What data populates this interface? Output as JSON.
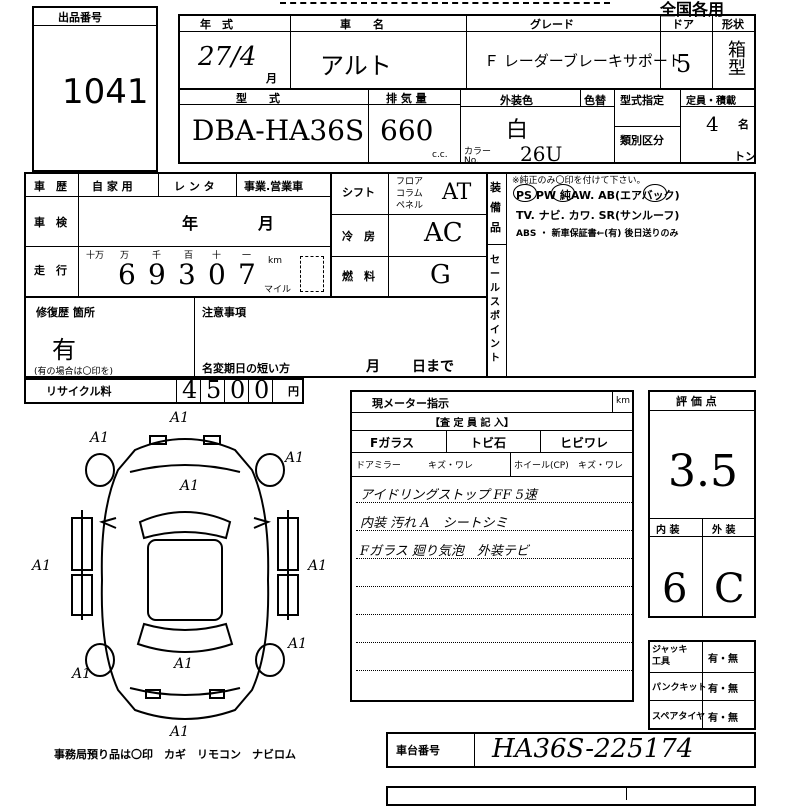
{
  "header": {
    "title": "全国各用"
  },
  "lot": {
    "label": "出品番号",
    "number": "1041"
  },
  "row1": {
    "year_label": "年　式",
    "year_value": "27/4",
    "year_suffix": "月",
    "car_label": "車　　名",
    "car_value": "アルト",
    "grade_label": "グレード",
    "grade_value": "Ｆ レーダーブレーキサポート",
    "door_label": "ドア",
    "door_value": "5",
    "shape_label": "形状",
    "shape_value": "箱型"
  },
  "row2": {
    "model_label": "型　　式",
    "model_value": "DBA-HA36S",
    "disp_label": "排 気 量",
    "disp_value": "660",
    "disp_unit": "c.c.",
    "exterior_label": "外装色",
    "color_change_label": "色替",
    "exterior_value": "白",
    "color_no_label": "カラー No.",
    "color_no_value": "26U",
    "type_designation_label": "型式指定",
    "category_label": "類別区分",
    "capacity_label": "定員・積載",
    "capacity_value": "4",
    "capacity_unit": "名",
    "load_unit": "トン"
  },
  "history": {
    "label": "車　歴",
    "options": [
      "自 家 用",
      "レ ン タ",
      "事業.営業車"
    ],
    "inspection_label": "車　検",
    "inspection_year": "年",
    "inspection_month": "月",
    "mileage_label": "走　行",
    "mileage_units": [
      "十万",
      "万",
      "千",
      "百",
      "十",
      "一"
    ],
    "mileage_digits": [
      "",
      "6",
      "9",
      "3",
      "0",
      "7"
    ],
    "km_label": "km",
    "mile_label": "マイル"
  },
  "shift": {
    "label": "シフト",
    "options": [
      "フロア",
      "コラム",
      "ペネル"
    ],
    "value": "AT",
    "ac_label": "冷　房",
    "ac_value": "AC",
    "fuel_label": "燃　料",
    "fuel_value": "G"
  },
  "equipment": {
    "label": "装備品",
    "note": "※純正のみ〇印を付けて下さい。",
    "items_line1": "PS  PW  純AW.  AB(エアバック)",
    "items_line2": "TV. ナビ. カワ. SR(サンルーフ)",
    "items_line3": "ABS ・ 新車保証書←(有) 後日送りのみ",
    "sales_point_label": "セールスポイント"
  },
  "repair": {
    "label": "修復歴 箇所",
    "value": "有",
    "note": "(有の場合は〇印を)"
  },
  "notes": {
    "label": "注意事項",
    "deadline_label": "名変期日の短い方",
    "month": "月",
    "day": "日まで"
  },
  "recycle": {
    "label": "リサイクル料",
    "digits": [
      "4",
      "5",
      "0",
      "0"
    ],
    "unit": "円"
  },
  "inspector": {
    "meter_label": "現メーター指示",
    "meter_unit": "km",
    "header": "【査 定 員 記 入】",
    "glass_label": "Fガラス",
    "chip_label": "トビ石",
    "crack_label": "ヒビワレ",
    "mirror_label": "ドアミラー",
    "mirror_options": "キズ・ワレ",
    "wheel_label": "ホイール(CP)",
    "wheel_options": "キズ・ワレ",
    "lines": [
      "アイドリングストップ FF 5速",
      "内装 汚れ A　シートシミ",
      "Fガラス 廻り気泡　外装テビ"
    ]
  },
  "scores": {
    "label": "評 価 点",
    "overall": "3.5",
    "interior_label": "内 装",
    "exterior_label": "外 装",
    "interior": "6",
    "exterior": "C"
  },
  "equipment_check": {
    "rows": [
      {
        "label": "ジャッキ 工具",
        "value": "有・無"
      },
      {
        "label": "パンクキット",
        "value": "有・無"
      },
      {
        "label": "スペアタイヤ",
        "value": "有・無"
      }
    ]
  },
  "chassis": {
    "label": "車台番号",
    "value": "HA36S-225174"
  },
  "diagram": {
    "marks": [
      "A1",
      "A1",
      "A1",
      "A1",
      "A1",
      "A1",
      "A1",
      "A1",
      "A1",
      "A1"
    ],
    "footer": "事務局預り品は〇印　カギ　リモコン　ナビロム"
  }
}
